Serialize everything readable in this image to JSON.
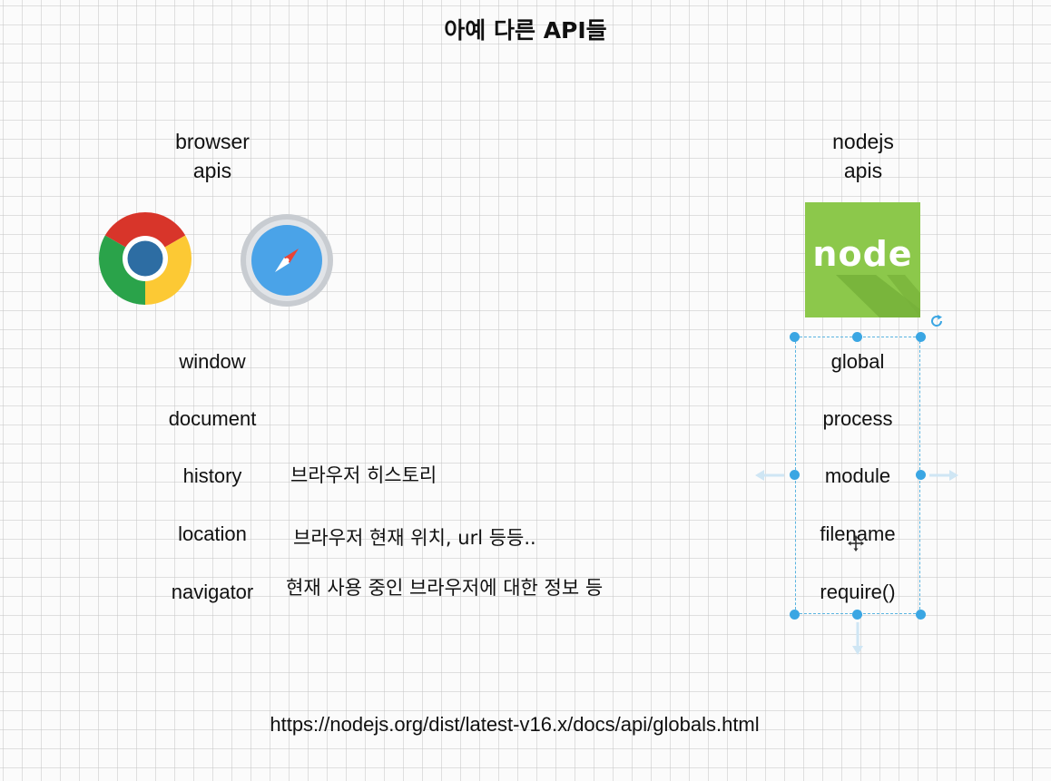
{
  "title": "아예 다른 API들",
  "browser": {
    "heading_line1": "browser",
    "heading_line2": "apis",
    "apis": [
      {
        "name": "window",
        "description": ""
      },
      {
        "name": "document",
        "description": ""
      },
      {
        "name": "history",
        "description": "브라우저 히스토리"
      },
      {
        "name": "location",
        "description": "브라우저 현재 위치, url 등등.."
      },
      {
        "name": "navigator",
        "description": "현재 사용 중인 브라우저에 대한 정보 등"
      }
    ],
    "icons": [
      "chrome-logo-icon",
      "safari-logo-icon"
    ]
  },
  "nodejs": {
    "heading_line1": "nodejs",
    "heading_line2": "apis",
    "logo_text": "node",
    "apis": [
      "global",
      "process",
      "module",
      "filename",
      "require()"
    ]
  },
  "url": "https://nodejs.org/dist/latest-v16.x/docs/api/globals.html",
  "colors": {
    "node_green": "#8cc84b",
    "selection_blue": "#3aa6e3",
    "chrome_red": "#d8352a",
    "chrome_yellow": "#fcc934",
    "chrome_green": "#2aa34a",
    "chrome_blue": "#2d6da3",
    "safari_blue": "#4aa3e8"
  }
}
